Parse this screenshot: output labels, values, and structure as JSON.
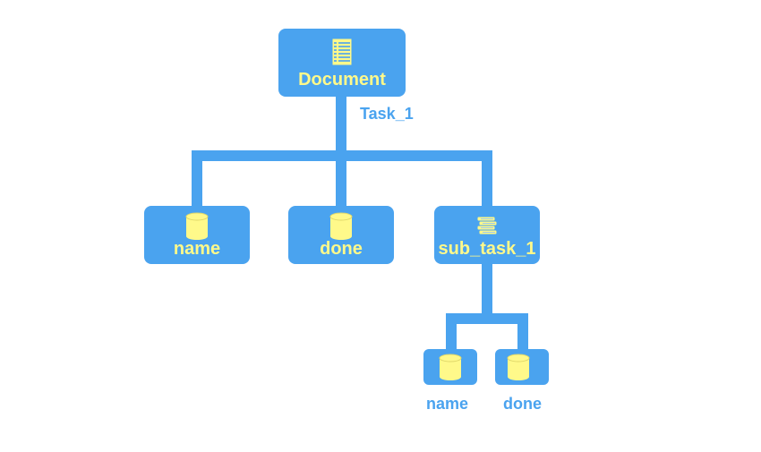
{
  "colors": {
    "node_fill": "#4aa3ef",
    "node_text": "#fff98a",
    "connector": "#4aa3ef",
    "icon_fill": "#fff98a"
  },
  "nodes": {
    "document": {
      "label": "Document",
      "icon": "document-icon"
    },
    "name": {
      "label": "name",
      "icon": "database-icon"
    },
    "done": {
      "label": "done",
      "icon": "database-icon"
    },
    "sub_task_1": {
      "label": "sub_task_1",
      "icon": "book-stack-icon"
    },
    "sub_name": {
      "label": "name",
      "icon": "database-icon"
    },
    "sub_done": {
      "label": "done",
      "icon": "database-icon"
    }
  },
  "edge_labels": {
    "task_1": "Task_1"
  }
}
